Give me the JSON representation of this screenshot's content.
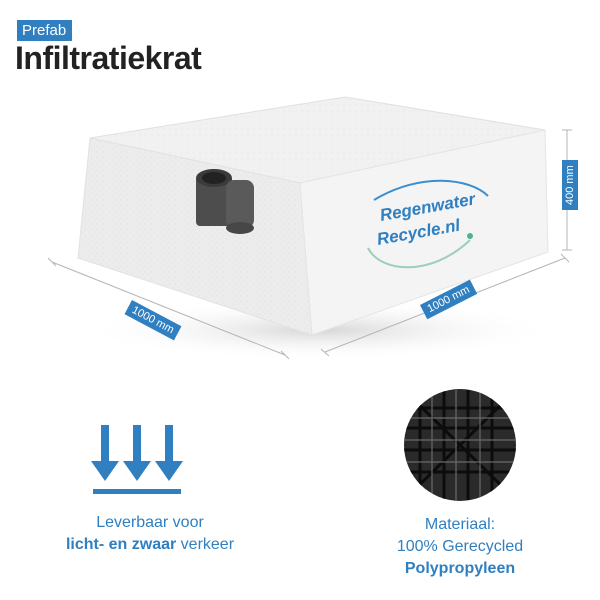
{
  "header": {
    "badge": "Prefab",
    "title": "Infiltratiekrat"
  },
  "product": {
    "logo_line1": "Regenwater",
    "logo_line2": "Recycle.nl",
    "dim_left": "1000 mm",
    "dim_right": "1000 mm",
    "dim_height": "400 mm"
  },
  "features": {
    "traffic": {
      "line1": "Leverbaar voor",
      "line2_bold": "licht- en zwaar",
      "line2_rest": " verkeer"
    },
    "material": {
      "line1": "Materiaal:",
      "line2": "100% Gerecycled",
      "line3_bold": "Polypropyleen"
    }
  },
  "colors": {
    "accent": "#2f7fc1",
    "title": "#222222",
    "crate": "#e9e9e9"
  },
  "icons": {
    "traffic": "down-arrows-icon",
    "material": "crate-grid-icon"
  }
}
